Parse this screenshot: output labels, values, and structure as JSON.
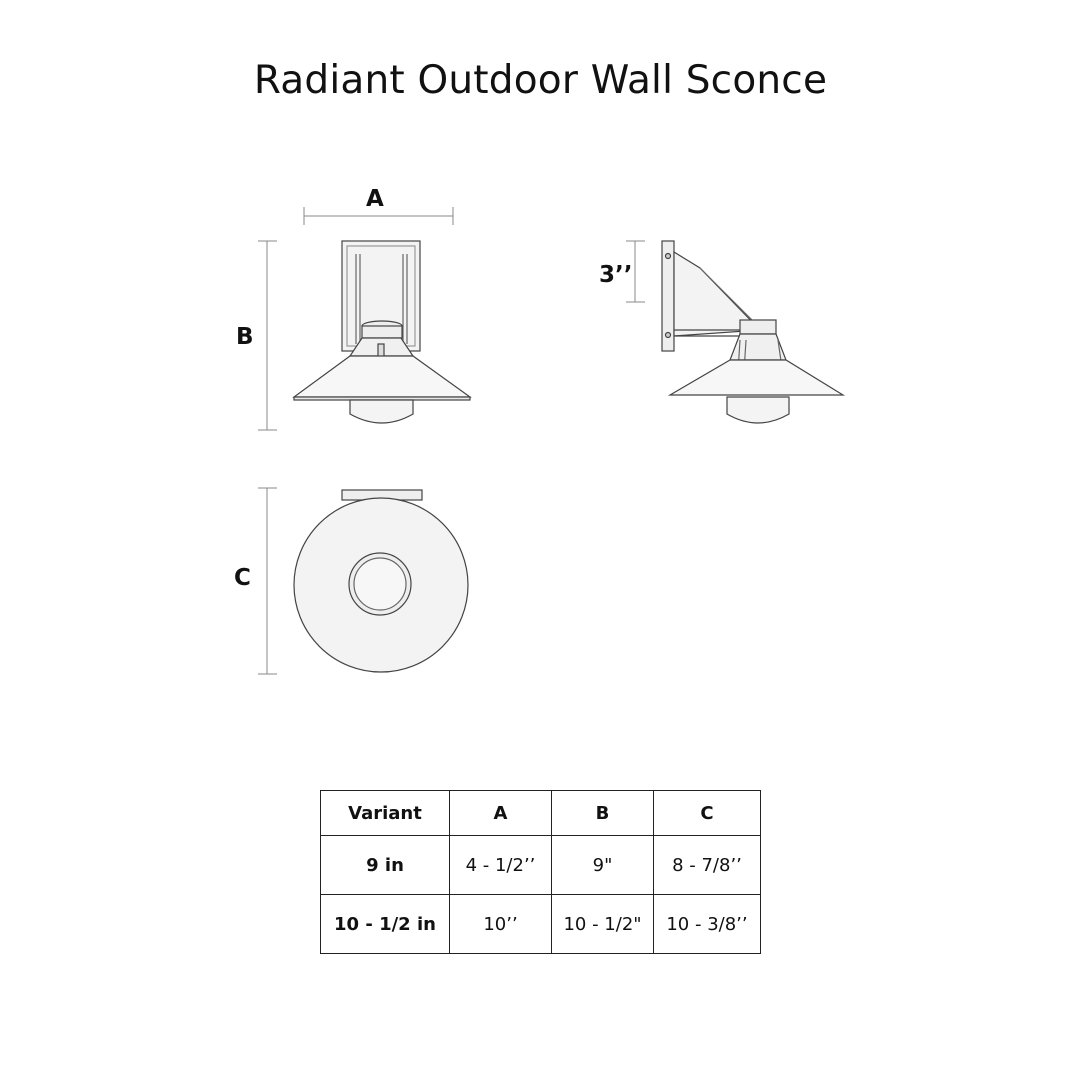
{
  "title": "Radiant Outdoor Wall Sconce",
  "dimension_labels": {
    "a": "A",
    "b": "B",
    "c": "C",
    "depth": "3’’"
  },
  "table": {
    "headers": [
      "Variant",
      "A",
      "B",
      "C"
    ],
    "rows": [
      [
        "9 in",
        "4 - 1/2’’",
        "9\"",
        "8 - 7/8’’"
      ],
      [
        "10 - 1/2 in",
        "10’’",
        "10 - 1/2\"",
        "10 - 3/8’’"
      ]
    ]
  }
}
